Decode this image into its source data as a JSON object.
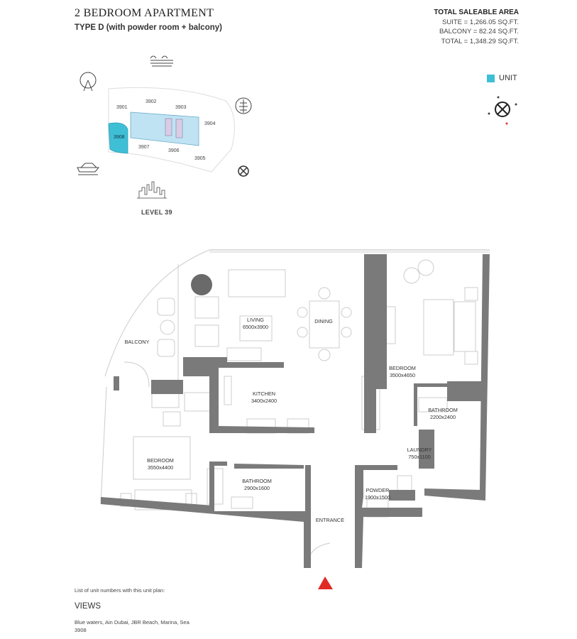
{
  "header": {
    "title": "2 BEDROOM APARTMENT",
    "subtitle": "TYPE D (with powder room + balcony)"
  },
  "area": {
    "heading": "TOTAL SALEABLE AREA",
    "suite": "SUITE = 1,266.05 SQ.FT.",
    "balcony": "BALCONY = 82.24 SQ.FT.",
    "total": "TOTAL = 1,348.29 SQ.FT."
  },
  "legend": {
    "label": "UNIT",
    "color": "#3fbfd6"
  },
  "key_plan": {
    "units": [
      "3901",
      "3902",
      "3903",
      "3904",
      "3905",
      "3906",
      "3907",
      "3908"
    ],
    "highlighted": "3908",
    "level": "LEVEL 39"
  },
  "rooms": {
    "living": {
      "name": "LIVING",
      "size": "6500x3900"
    },
    "dining": {
      "name": "DINING"
    },
    "balcony": {
      "name": "BALCONY"
    },
    "kitchen": {
      "name": "KITCHEN",
      "size": "3400x2400"
    },
    "bedroom1": {
      "name": "BEDROOM",
      "size": "3500x4650"
    },
    "bathroom1": {
      "name": "BATHROOM",
      "size": "2200x2400"
    },
    "laundry": {
      "name": "LAUNDRY",
      "size": "750x1100"
    },
    "bedroom2": {
      "name": "BEDROOM",
      "size": "3550x4400"
    },
    "bathroom2": {
      "name": "BATHROOM",
      "size": "2900x1600"
    },
    "powder": {
      "name": "POWDER",
      "size": "1900x1500"
    },
    "entrance": {
      "name": "ENTRANCE"
    }
  },
  "footer": {
    "list_label": "List of unit numbers with this unit plan:",
    "views_heading": "VIEWS",
    "views": "Blue waters, Ain Dubai, JBR Beach, Marina, Sea",
    "unit_numbers": "3908"
  },
  "colors": {
    "wall": "#7a7a7a",
    "unit": "#3fbfd6",
    "core": "#bfe3f3",
    "entrance_marker": "#e02a24"
  }
}
